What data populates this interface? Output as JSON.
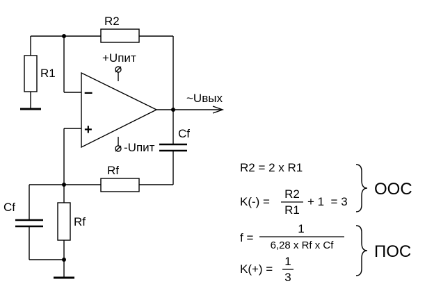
{
  "circuit": {
    "labels": {
      "r1": "R1",
      "r2": "R2",
      "rf_series": "Rf",
      "rf_shunt": "Rf",
      "cf_series": "Cf",
      "cf_shunt": "Cf",
      "vplus": "+Uпит",
      "vminus": "-Uпит",
      "output": "~Uвых",
      "inv": "–",
      "noninv": "+"
    }
  },
  "formulas": {
    "r2_eq": "R2 = 2 x R1",
    "kminus_prefix": "K(-) =",
    "kminus_num": "R2",
    "kminus_den": "R1",
    "kminus_suffix": "+ 1  = 3",
    "f_prefix": "f =",
    "f_num": "1",
    "f_den": "6,28 x Rf x Cf",
    "kplus_prefix": "K(+) =",
    "kplus_num": "1",
    "kplus_den": "3",
    "group_ooc": "ООС",
    "group_poc": "ПОС"
  }
}
